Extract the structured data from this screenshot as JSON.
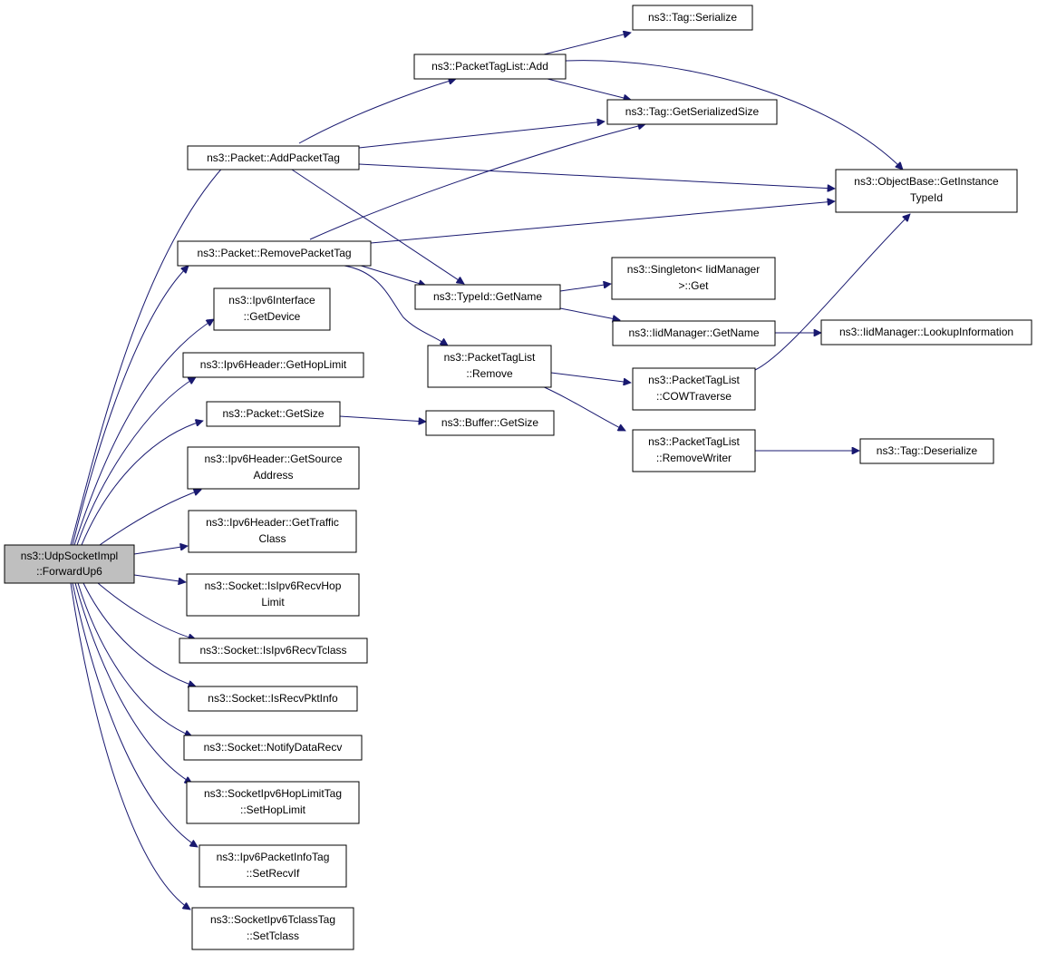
{
  "nodes": {
    "n_fwd": [
      "ns3::UdpSocketImpl",
      "::ForwardUp6"
    ],
    "n_addpkttag": [
      "ns3::Packet::AddPacketTag"
    ],
    "n_removepkttag": [
      "ns3::Packet::RemovePacketTag"
    ],
    "n_getdevice": [
      "ns3::Ipv6Interface",
      "::GetDevice"
    ],
    "n_gethoplimit": [
      "ns3::Ipv6Header::GetHopLimit"
    ],
    "n_getsize": [
      "ns3::Packet::GetSize"
    ],
    "n_getsource": [
      "ns3::Ipv6Header::GetSource",
      "Address"
    ],
    "n_gettraffic": [
      "ns3::Ipv6Header::GetTraffic",
      "Class"
    ],
    "n_isrecvhop": [
      "ns3::Socket::IsIpv6RecvHop",
      "Limit"
    ],
    "n_isrecvtclass": [
      "ns3::Socket::IsIpv6RecvTclass"
    ],
    "n_isrecvpkt": [
      "ns3::Socket::IsRecvPktInfo"
    ],
    "n_notify": [
      "ns3::Socket::NotifyDataRecv"
    ],
    "n_sethoplimit": [
      "ns3::SocketIpv6HopLimitTag",
      "::SetHopLimit"
    ],
    "n_setrecvif": [
      "ns3::Ipv6PacketInfoTag",
      "::SetRecvIf"
    ],
    "n_settclass": [
      "ns3::SocketIpv6TclassTag",
      "::SetTclass"
    ],
    "n_ptladd": [
      "ns3::PacketTagList::Add"
    ],
    "n_typeidname": [
      "ns3::TypeId::GetName"
    ],
    "n_ptlremove": [
      "ns3::PacketTagList",
      "::Remove"
    ],
    "n_buffersize": [
      "ns3::Buffer::GetSize"
    ],
    "n_tagser": [
      "ns3::Tag::Serialize"
    ],
    "n_tagsersize": [
      "ns3::Tag::GetSerializedSize"
    ],
    "n_singleton": [
      "ns3::Singleton< IidManager",
      ">::Get"
    ],
    "n_iidname": [
      "ns3::IidManager::GetName"
    ],
    "n_cow": [
      "ns3::PacketTagList",
      "::COWTraverse"
    ],
    "n_removewriter": [
      "ns3::PacketTagList",
      "::RemoveWriter"
    ],
    "n_objbase": [
      "ns3::ObjectBase::GetInstance",
      "TypeId"
    ],
    "n_lookup": [
      "ns3::IidManager::LookupInformation"
    ],
    "n_deser": [
      "ns3::Tag::Deserialize"
    ]
  },
  "edges": [
    [
      "n_fwd",
      "n_addpkttag"
    ],
    [
      "n_fwd",
      "n_removepkttag"
    ],
    [
      "n_fwd",
      "n_getdevice"
    ],
    [
      "n_fwd",
      "n_gethoplimit"
    ],
    [
      "n_fwd",
      "n_getsize"
    ],
    [
      "n_fwd",
      "n_getsource"
    ],
    [
      "n_fwd",
      "n_gettraffic"
    ],
    [
      "n_fwd",
      "n_isrecvhop"
    ],
    [
      "n_fwd",
      "n_isrecvtclass"
    ],
    [
      "n_fwd",
      "n_isrecvpkt"
    ],
    [
      "n_fwd",
      "n_notify"
    ],
    [
      "n_fwd",
      "n_sethoplimit"
    ],
    [
      "n_fwd",
      "n_setrecvif"
    ],
    [
      "n_fwd",
      "n_settclass"
    ],
    [
      "n_addpkttag",
      "n_ptladd"
    ],
    [
      "n_addpkttag",
      "n_tagsersize"
    ],
    [
      "n_addpkttag",
      "n_objbase"
    ],
    [
      "n_addpkttag",
      "n_typeidname"
    ],
    [
      "n_removepkttag",
      "n_tagsersize"
    ],
    [
      "n_removepkttag",
      "n_objbase"
    ],
    [
      "n_removepkttag",
      "n_typeidname"
    ],
    [
      "n_removepkttag",
      "n_ptlremove"
    ],
    [
      "n_ptladd",
      "n_tagser"
    ],
    [
      "n_ptladd",
      "n_tagsersize"
    ],
    [
      "n_ptladd",
      "n_objbase"
    ],
    [
      "n_typeidname",
      "n_singleton"
    ],
    [
      "n_typeidname",
      "n_iidname"
    ],
    [
      "n_iidname",
      "n_lookup"
    ],
    [
      "n_ptlremove",
      "n_cow"
    ],
    [
      "n_ptlremove",
      "n_removewriter"
    ],
    [
      "n_cow",
      "n_objbase"
    ],
    [
      "n_getsize",
      "n_buffersize"
    ],
    [
      "n_removewriter",
      "n_deser"
    ]
  ],
  "colors": {
    "edge": "#191970",
    "node_border": "#000000",
    "node_fill": "#ffffff",
    "root_fill": "#bfbfbf"
  }
}
